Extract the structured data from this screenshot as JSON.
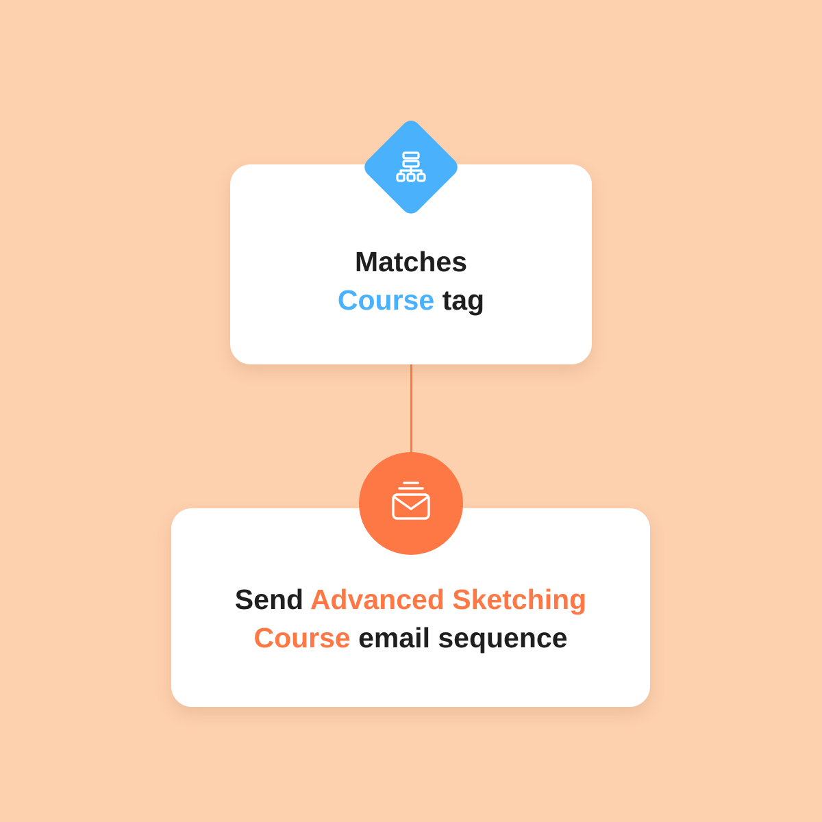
{
  "colors": {
    "background": "#fdd0ae",
    "card": "#ffffff",
    "text": "#1f1f1f",
    "blue_accent": "#4ab2fc",
    "orange_accent": "#fe7846"
  },
  "condition_node": {
    "icon": "hierarchy-icon",
    "line1": "Matches",
    "highlight": "Course",
    "rest": " tag"
  },
  "action_node": {
    "icon": "email-sequence-icon",
    "prefix": "Send ",
    "highlight_line1": "Advanced Sketching",
    "highlight_line2": "Course",
    "rest": " email sequence"
  }
}
